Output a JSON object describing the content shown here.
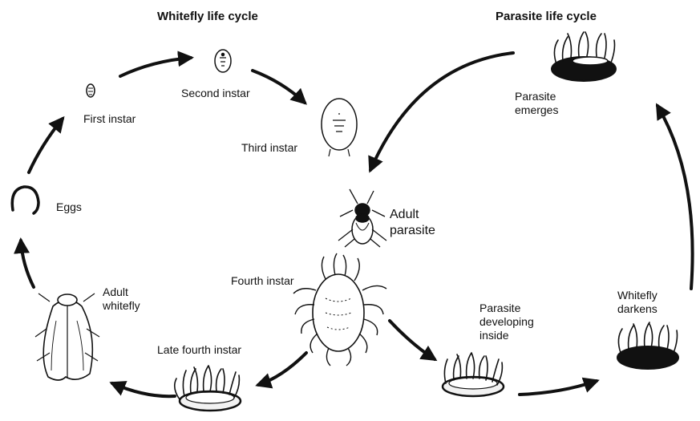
{
  "titles": {
    "whitefly": "Whitefly life cycle",
    "parasite": "Parasite life cycle"
  },
  "stages": {
    "first_instar": "First instar",
    "second_instar": "Second instar",
    "third_instar": "Third instar",
    "eggs": "Eggs",
    "adult_whitefly": [
      "Adult",
      "whitefly"
    ],
    "late_fourth_instar": "Late fourth instar",
    "fourth_instar": "Fourth instar",
    "adult_parasite": [
      "Adult",
      "parasite"
    ],
    "parasite_emerges": [
      "Parasite",
      "emerges"
    ],
    "parasite_developing": [
      "Parasite",
      "developing",
      "inside"
    ],
    "whitefly_darkens": [
      "Whitefly",
      "darkens"
    ]
  },
  "colors": {
    "ink": "#111111",
    "background": "#ffffff",
    "scale_fill": "#f2f2f2"
  }
}
